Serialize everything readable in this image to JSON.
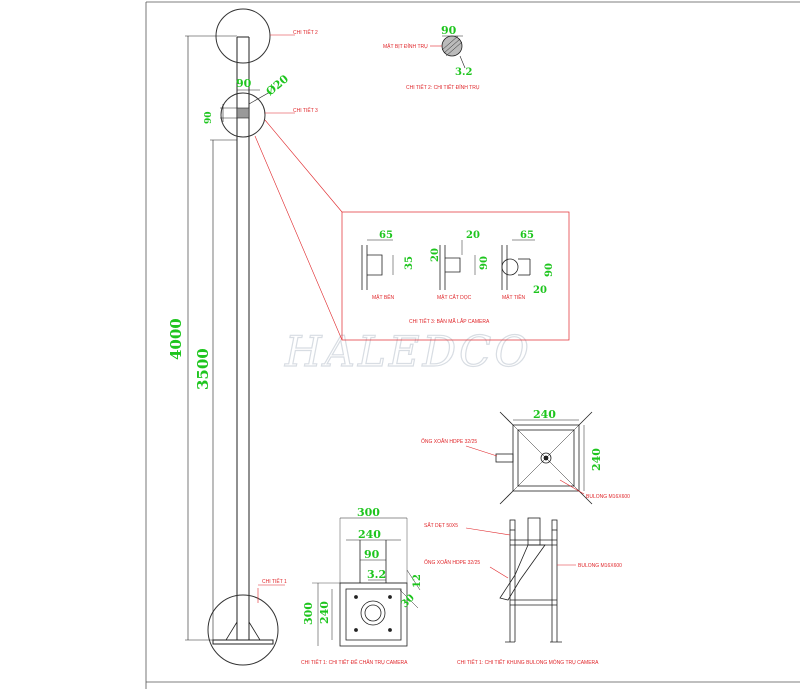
{
  "watermark": "HALEDCO",
  "colors": {
    "dimension": "#1ec51e",
    "label": "#e0262a",
    "line": "#222222"
  },
  "pole": {
    "dim_total_height": "4000",
    "dim_height": "3500",
    "dim_top_width": "90",
    "dim_top_diameter": "Ø20",
    "dim_top_side": "90",
    "callout_detail_2": "CHI TIẾT 2",
    "callout_detail_3": "CHI TIẾT 3",
    "callout_detail_1": "CHI TIẾT 1"
  },
  "top_detail": {
    "label_section": "MẶT BỊT ĐỈNH TRỤ",
    "dim_width": "90",
    "dim_thickness": "3.2",
    "caption": "CHI TIẾT 2: CHI TIẾT ĐỈNH TRỤ"
  },
  "camera_plate": {
    "side_view": {
      "dim_a": "65",
      "dim_b": "35",
      "label": "MẶT BÊN"
    },
    "cross_section": {
      "dim_a": "20",
      "dim_b": "20",
      "dim_c": "90",
      "label": "MẶT CẮT DỌC"
    },
    "front_view": {
      "dim_a": "65",
      "dim_b": "90",
      "dim_c": "20",
      "label": "MẶT TIỀN"
    },
    "caption": "CHI TIẾT 3: BẢN MÃ LẮP CAMERA"
  },
  "base_detail": {
    "dim_outer": "300",
    "dim_inner": "240",
    "dim_pipe": "90",
    "dim_thickness": "3.2",
    "dim_side_outer": "300",
    "dim_side_inner": "240",
    "dim_hole": "30",
    "dim_hole_offset": "12",
    "caption": "CHI TIẾT 1: CHI TIẾT ĐẾ CHÂN TRỤ CAMERA"
  },
  "foundation_top": {
    "dim_width": "240",
    "dim_height": "240",
    "label_pipe": "ỐNG XOẮN HDPE 32/25",
    "label_bolt": "BULONG M16X600"
  },
  "foundation_side": {
    "label_steel": "SẮT DẸT 50X5",
    "label_pipe": "ỐNG XOẮN HDPE 32/25",
    "label_bolt": "BULONG M16X600",
    "caption": "CHI TIẾT 1: CHI TIẾT KHUNG BULONG MÓNG TRỤ CAMERA"
  }
}
